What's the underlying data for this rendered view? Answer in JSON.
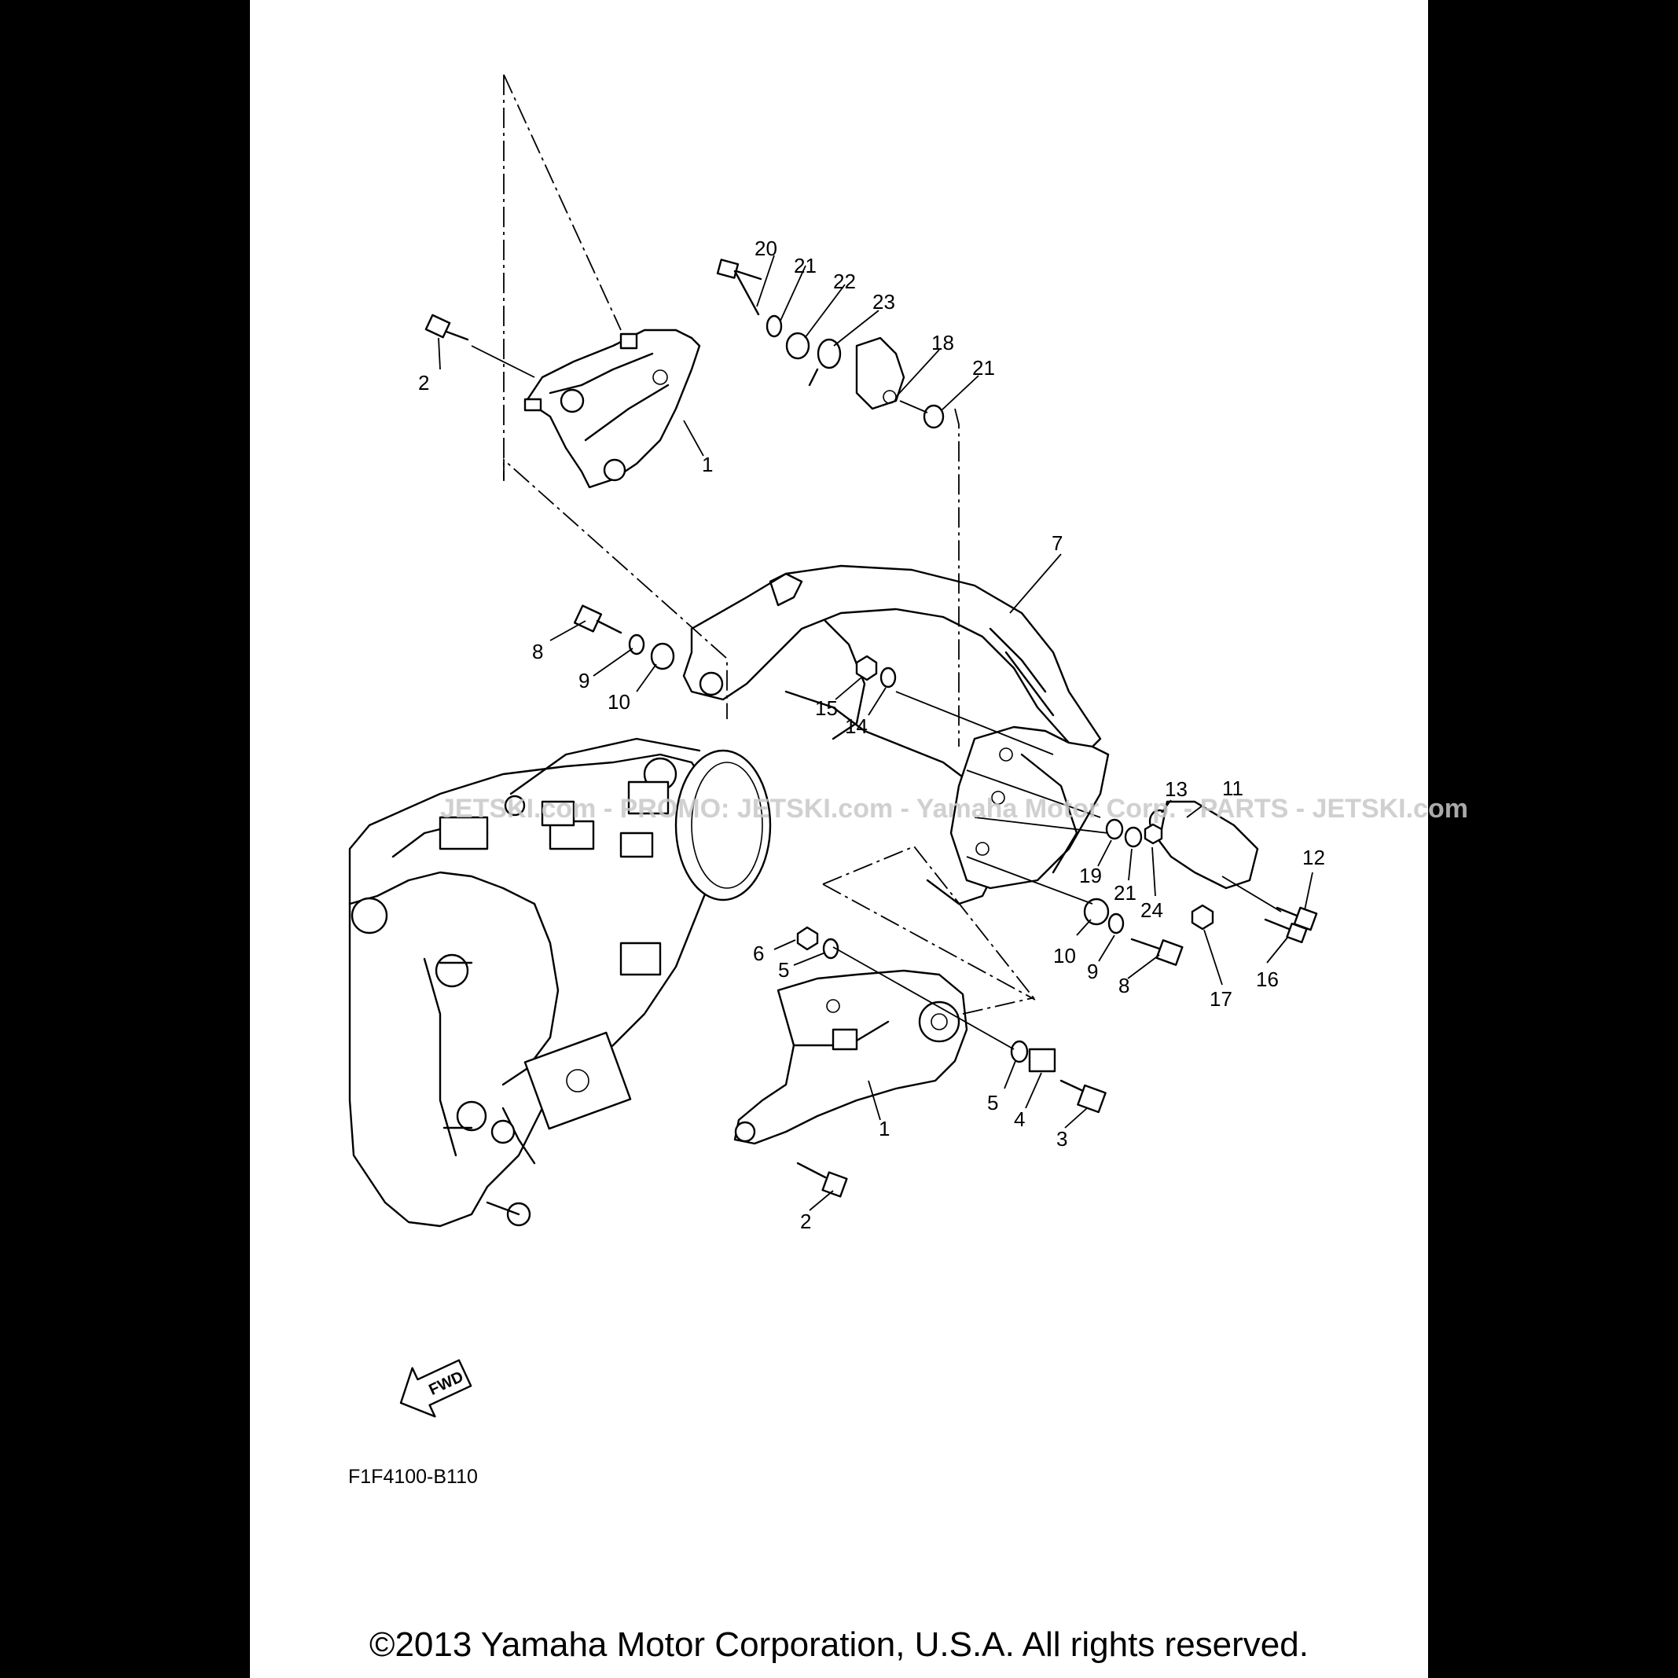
{
  "figure_code": "F1F4100-B110",
  "fwd_label": "FWD",
  "watermark": "JETSKI.com - PROMO: JETSKI.com - Yamaha Motor Corp. - PARTS - JETSKI.com",
  "copyright": "©2013 Yamaha Motor Corporation, U.S.A. All rights reserved.",
  "callouts": {
    "c1a": "1",
    "c1b": "1",
    "c2a": "2",
    "c2b": "2",
    "c3": "3",
    "c4": "4",
    "c5a": "5",
    "c5b": "5",
    "c6": "6",
    "c7": "7",
    "c8a": "8",
    "c8b": "8",
    "c9a": "9",
    "c9b": "9",
    "c10a": "10",
    "c10b": "10",
    "c11": "11",
    "c12": "12",
    "c13": "13",
    "c14": "14",
    "c15": "15",
    "c16": "16",
    "c17": "17",
    "c18": "18",
    "c19": "19",
    "c20": "20",
    "c21a": "21",
    "c21b": "21",
    "c21c": "21",
    "c22": "22",
    "c23": "23",
    "c24": "24"
  }
}
